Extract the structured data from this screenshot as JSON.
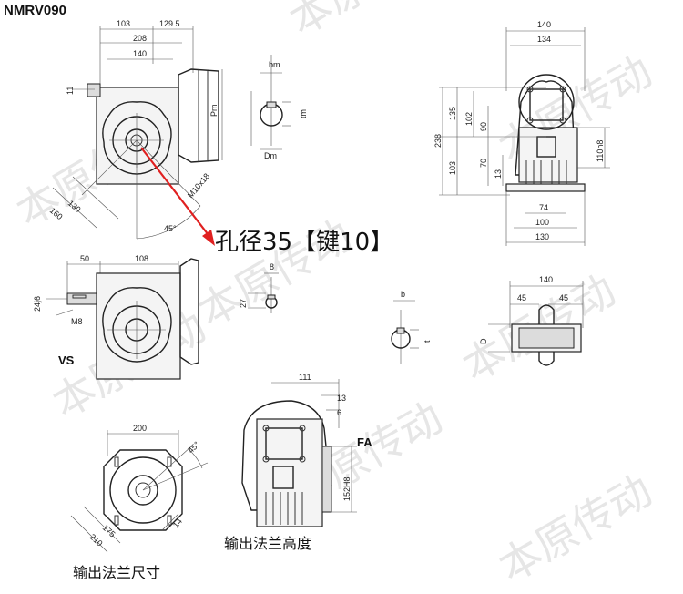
{
  "title": "NMRV090",
  "watermark": "本原传动",
  "annotation": {
    "bore_text": "孔径35【键10】",
    "arrow_color": "#e02020"
  },
  "labels": {
    "vs": "VS",
    "fa": "FA",
    "output_flange_height": "输出法兰高度",
    "output_flange_size": "输出法兰尺寸"
  },
  "dims_top_left": {
    "d103": "103",
    "d129_5": "129.5",
    "d208": "208",
    "d140": "140",
    "d11": "11",
    "pm": "Pm",
    "m10x18": "M10x18",
    "d130": "130",
    "d160": "160",
    "d45": "45°"
  },
  "dims_shaft": {
    "bm": "bm",
    "tm": "tm",
    "dm": "Dm"
  },
  "dims_right": {
    "d140": "140",
    "d134": "134",
    "d238": "238",
    "d135": "135",
    "d102": "102",
    "d90": "90",
    "d103": "103",
    "d70": "70",
    "d13": "13",
    "d110h8": "110h8",
    "d74": "74",
    "d100": "100",
    "d130": "130"
  },
  "dims_vs": {
    "d50": "50",
    "d108": "108",
    "d24j6": "24j6",
    "m8": "M8",
    "d8": "8",
    "d27": "27"
  },
  "dims_mid_right": {
    "b": "b",
    "t": "t",
    "d140": "140",
    "d45a": "45",
    "d45b": "45",
    "D": "D"
  },
  "dims_fa": {
    "d111": "111",
    "d13": "13",
    "d6": "6",
    "d152h8": "152H8"
  },
  "dims_flange": {
    "d200": "200",
    "d45": "45°",
    "d175": "175",
    "d210": "210",
    "d14": "14"
  }
}
